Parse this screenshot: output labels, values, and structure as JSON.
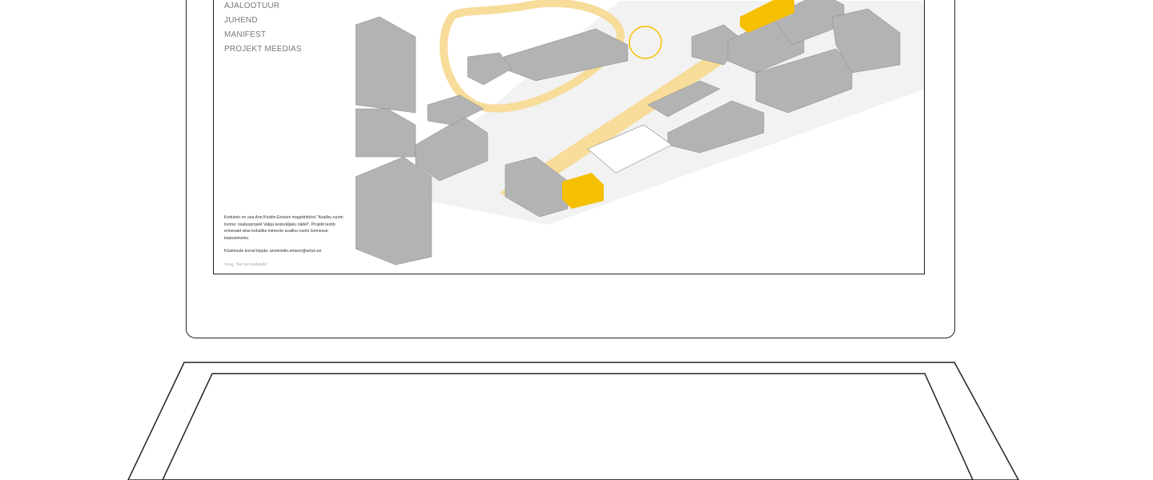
{
  "menu": {
    "items": [
      "AJALOOTUUR",
      "JUHEND",
      "MANIFEST",
      "PROJEKT MEEDIAS"
    ]
  },
  "info": {
    "description": "Kodulein on osa Ann Kristiin Entsoni magistritööst \"Avaliku ruumi loome: osalusprojekt Valga keskväljaku näitel\". Projekt testib erinevaid viise kohalike inimeste avaliku ruumi loomesse kaasamiseks.",
    "contact": "Küsimuste korral kirjuta: annkristiin.entson@artun.ee",
    "signature": "Voog. Tee ise koduleht!"
  },
  "colors": {
    "accent": "#f5c000",
    "road": "#f7dc9a",
    "building": "#b3b3b3"
  }
}
